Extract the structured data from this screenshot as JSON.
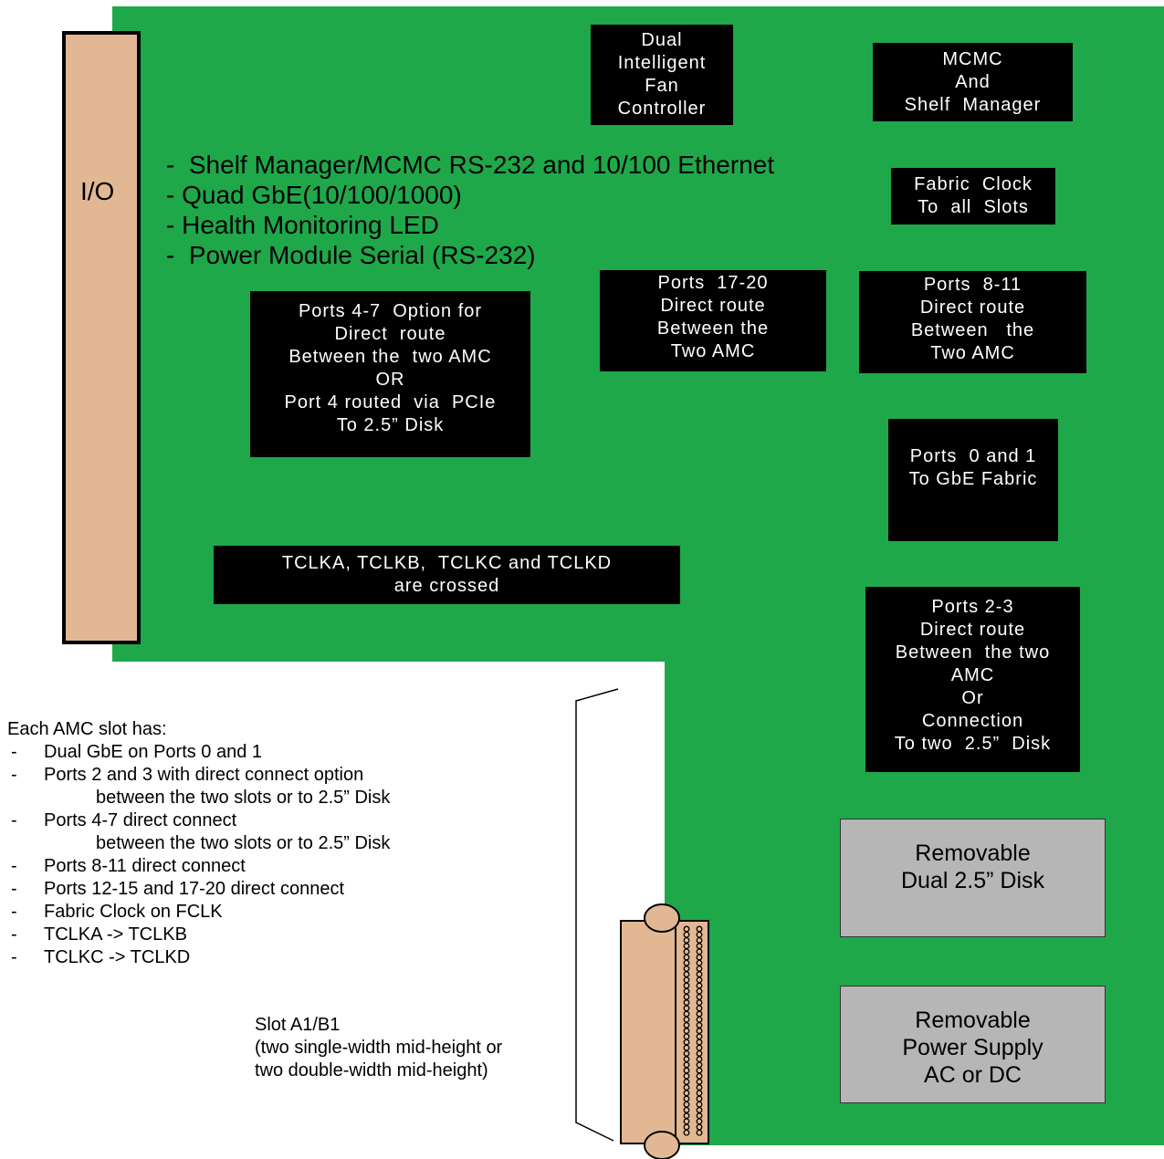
{
  "io_label": "I/O",
  "features": [
    "-  Shelf Manager/MCMC RS-232 and 10/100 Ethernet",
    "- Quad GbE(10/100/1000)",
    "- Health Monitoring LED",
    "-  Power Module Serial (RS-232)"
  ],
  "boxes": {
    "fan_controller": [
      "Dual",
      "Intelligent",
      "Fan",
      "Controller"
    ],
    "mcmc": [
      "MCMC",
      "And",
      "Shelf  Manager"
    ],
    "fabric_clock": [
      "Fabric  Clock",
      "To  all  Slots"
    ],
    "ports_4_7": [
      "Ports 4-7  Option for",
      "Direct  route",
      "Between the  two AMC",
      "OR",
      "Port 4 routed  via  PCIe",
      "To 2.5” Disk"
    ],
    "ports_17_20": [
      "Ports  17-20",
      "Direct route",
      "Between the",
      "Two AMC"
    ],
    "ports_8_11": [
      "Ports  8-11",
      "Direct route",
      "Between   the",
      "Two AMC"
    ],
    "ports_0_1": [
      "Ports  0 and 1",
      "To GbE Fabric"
    ],
    "tclk": [
      "TCLKA, TCLKB,  TCLKC and TCLKD",
      "are crossed"
    ],
    "ports_2_3": [
      "Ports 2-3",
      "Direct route",
      "Between  the two",
      "AMC",
      "Or",
      "Connection",
      "To two  2.5”  Disk"
    ]
  },
  "gray_boxes": {
    "disk": [
      "Removable",
      "Dual 2.5” Disk"
    ],
    "power": [
      "Removable",
      "Power Supply",
      "AC or DC"
    ]
  },
  "notes": {
    "heading": "Each AMC slot has:",
    "dash": "-",
    "items": [
      {
        "text": "Dual GbE on Ports 0 and 1",
        "cont": ""
      },
      {
        "text": "Ports 2 and 3 with direct connect option",
        "cont": "between the two slots or to 2.5” Disk"
      },
      {
        "text": "Ports 4-7 direct connect",
        "cont": "between the two slots or to 2.5” Disk"
      },
      {
        "text": "Ports 8-11 direct connect",
        "cont": ""
      },
      {
        "text": "Ports 12-15 and 17-20 direct connect",
        "cont": ""
      },
      {
        "text": "Fabric Clock on FCLK",
        "cont": ""
      },
      {
        "text": "TCLKA -> TCLKB",
        "cont": ""
      },
      {
        "text": "TCLKC -> TCLKD",
        "cont": ""
      }
    ]
  },
  "slot_note": [
    "Slot A1/B1",
    "(two single-width mid-height or",
    "two double-width mid-height)"
  ],
  "colors": {
    "board": "#1fa84a",
    "io": "#e2b894",
    "box": "#000000",
    "gray": "#b6b6b6"
  }
}
